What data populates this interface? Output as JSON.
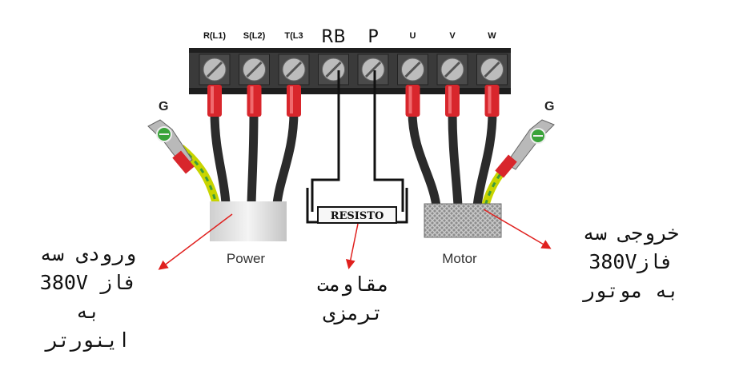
{
  "terminals": [
    {
      "label": "R(L1)",
      "kind": "power"
    },
    {
      "label": "S(L2)",
      "kind": "power"
    },
    {
      "label": "T(L3",
      "kind": "power"
    },
    {
      "label": "RB",
      "kind": "brake"
    },
    {
      "label": "P",
      "kind": "brake"
    },
    {
      "label": "U",
      "kind": "motor"
    },
    {
      "label": "V",
      "kind": "motor"
    },
    {
      "label": "W",
      "kind": "motor"
    }
  ],
  "ground_left": "G",
  "ground_right": "G",
  "power_label": "Power",
  "motor_label": "Motor",
  "resistor_label": "RESISTO",
  "notes": {
    "input": {
      "line1": "ورودی سه",
      "line2": "فاز 380V",
      "line3": "به",
      "line4": "اینورتر"
    },
    "brake": {
      "line1": "مقاومت",
      "line2": "ترمزی"
    },
    "output": {
      "line1": "خروجی سه",
      "line2": "فاز380V",
      "line3": "به موتور"
    }
  },
  "colors": {
    "terminal_block": "#3a3a3a",
    "screw": "#bcbcbc",
    "lug": "#d8262c",
    "cable": "#2b2b2b",
    "ground_wire": "#c8d400",
    "ground_stripe": "#3d9a3d",
    "arrow": "#e0201e"
  }
}
